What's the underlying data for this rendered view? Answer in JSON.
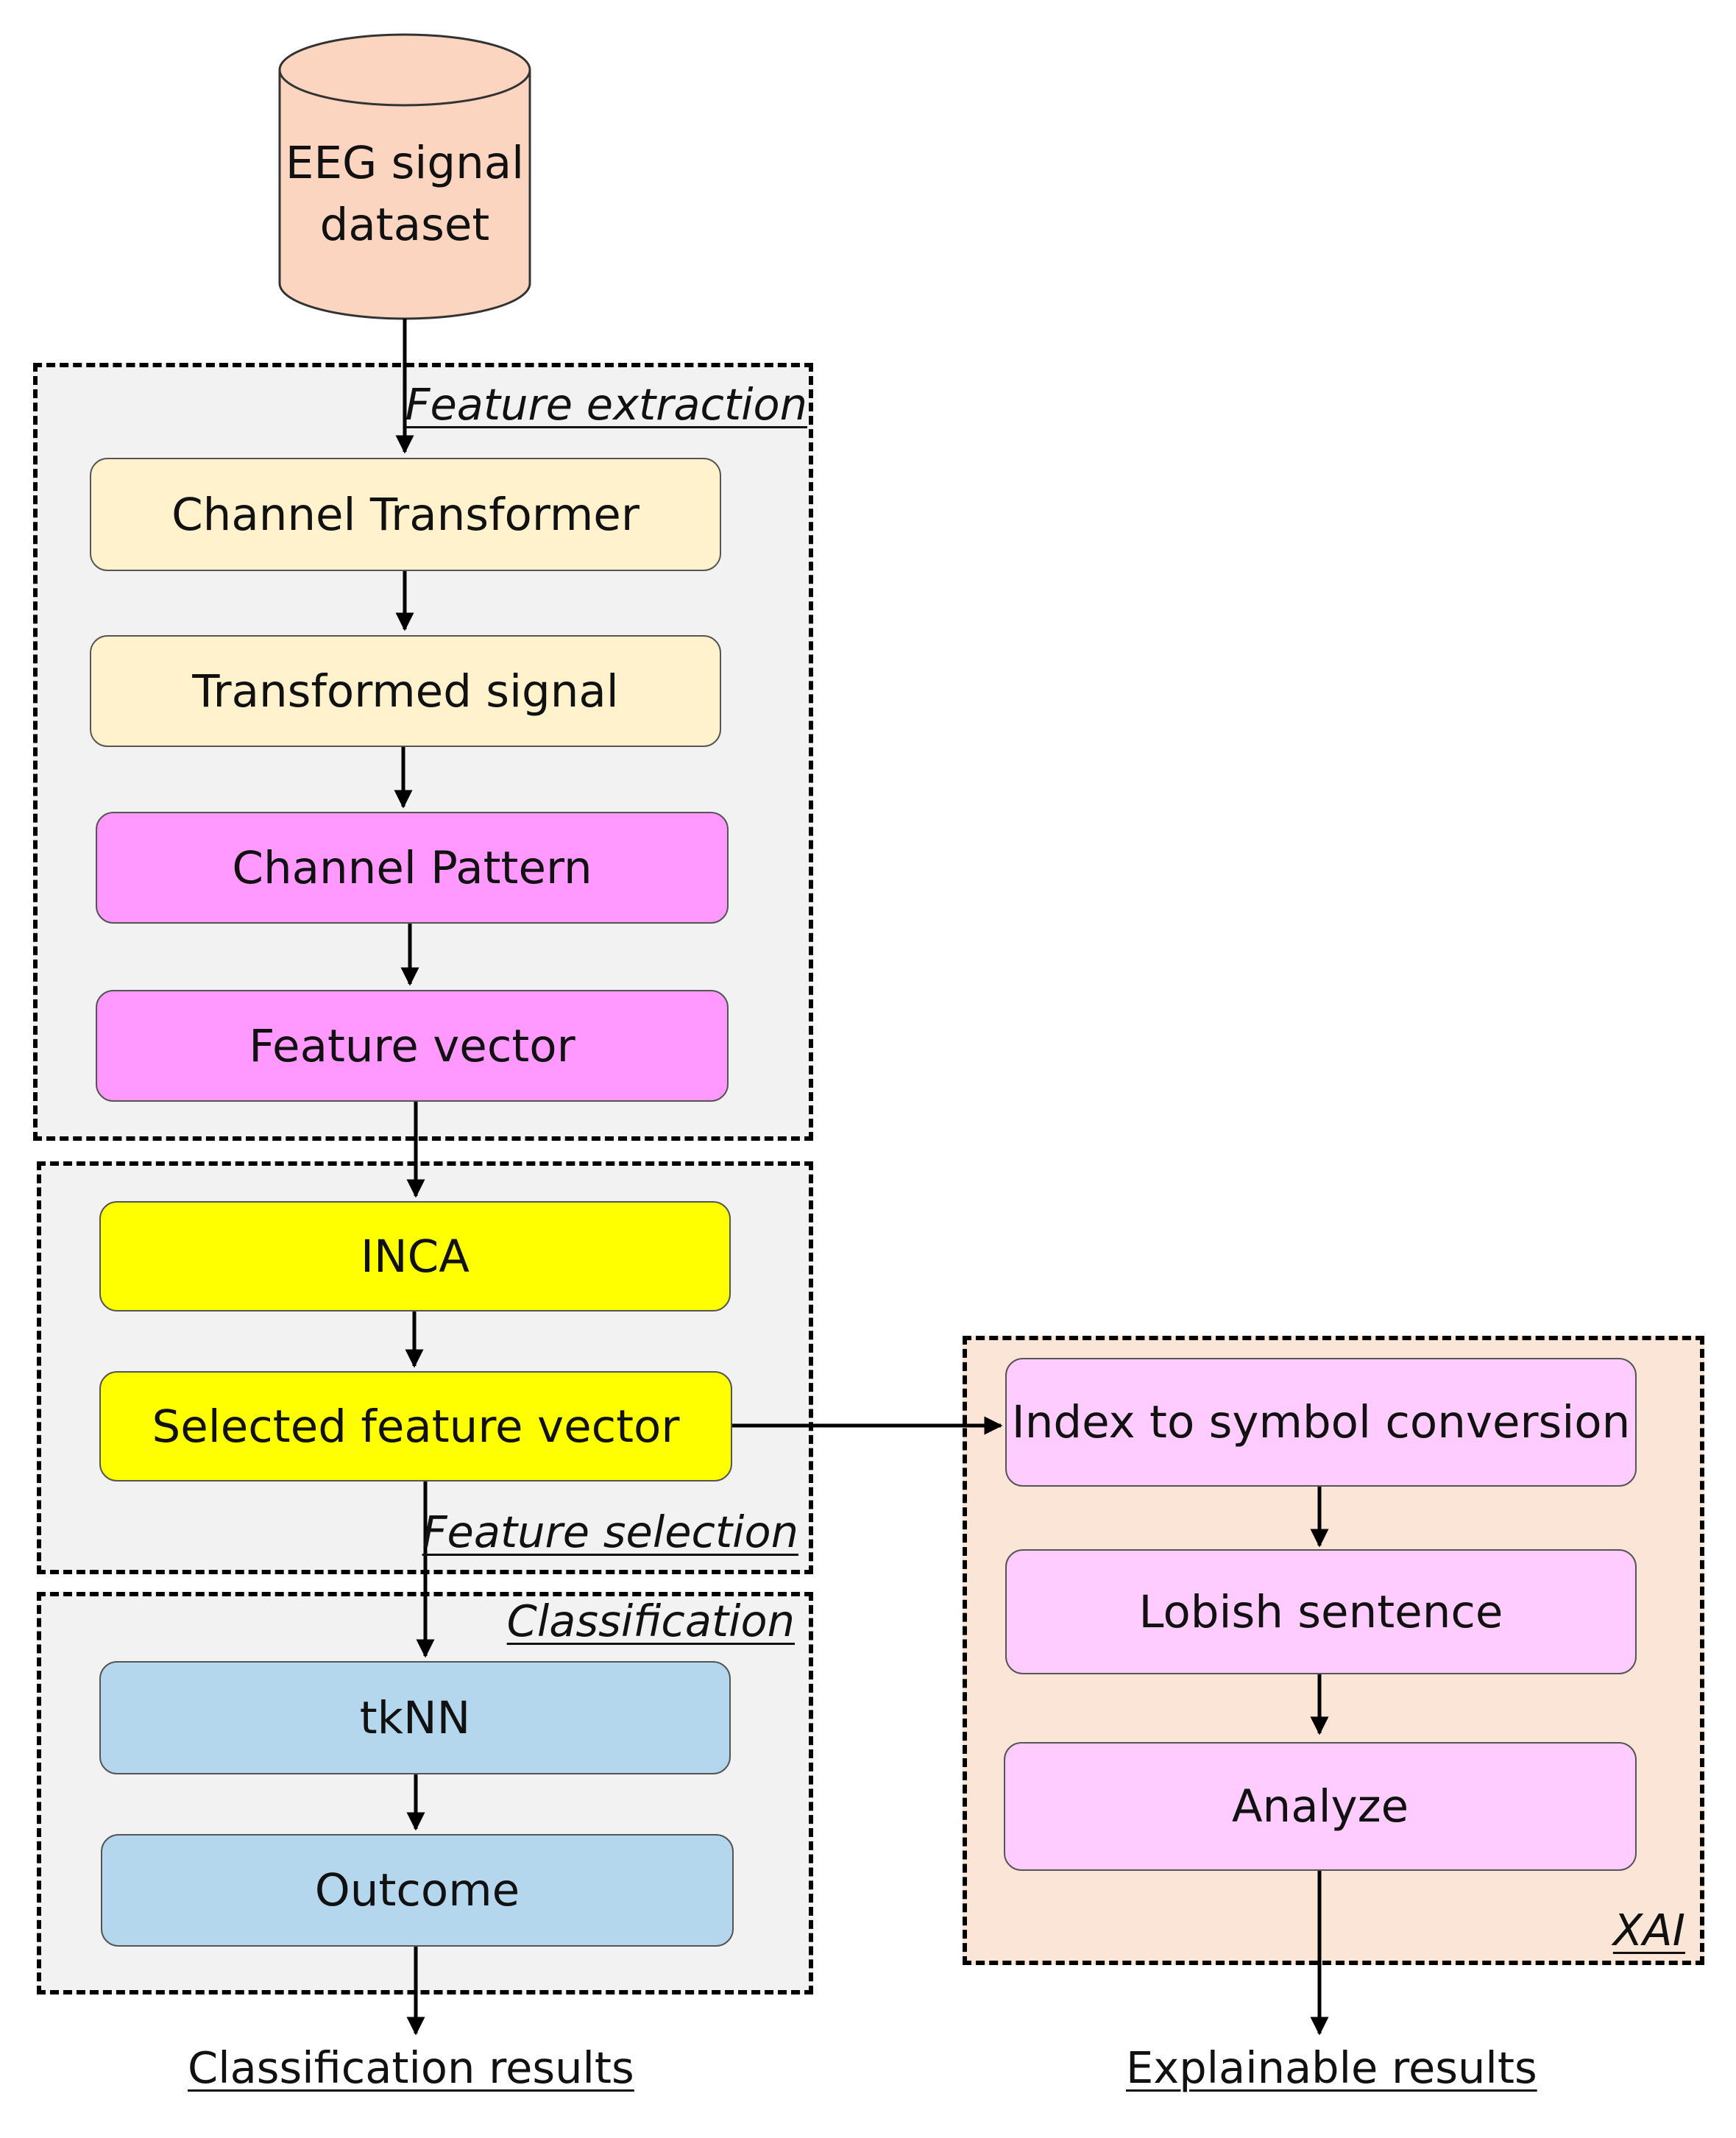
{
  "nodes": {
    "dataset": {
      "line1": "EEG signal",
      "line2": "dataset"
    },
    "channel_transformer": "Channel Transformer",
    "transformed_signal": "Transformed signal",
    "channel_pattern": "Channel Pattern",
    "feature_vector": "Feature vector",
    "inca": "INCA",
    "selected_feature_vector": "Selected feature vector",
    "tknn": "tkNN",
    "outcome": "Outcome",
    "index_to_symbol": "Index to symbol conversion",
    "lobish_sentence": "Lobish sentence",
    "analyze": "Analyze"
  },
  "regions": {
    "feature_extraction": "Feature extraction",
    "feature_selection": "Feature selection",
    "classification": "Classification",
    "xai": "XAI"
  },
  "outputs": {
    "classification_results": "Classification results",
    "explainable_results": "Explainable results"
  },
  "colors": {
    "cylinder_fill": "#fbd5c0",
    "region_gray": "#f2f2f2",
    "region_peach": "#fbe5d6",
    "cream": "#fff2cc",
    "magenta": "#ff99ff",
    "yellow": "#ffff00",
    "blue": "#b4d7ee",
    "pink": "#ffccff"
  }
}
